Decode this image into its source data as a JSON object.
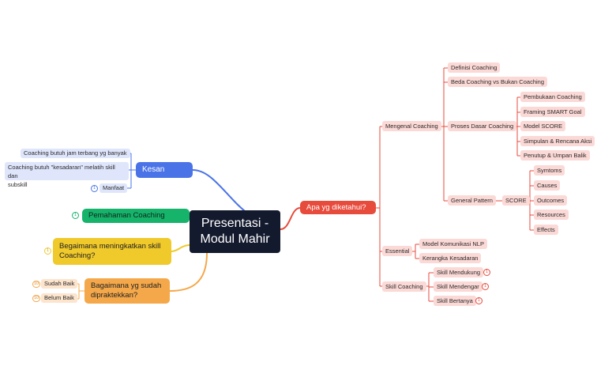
{
  "central_topic": "Presentasi -\nModul Mahir",
  "colors": {
    "red": "#e74b3c",
    "blue": "#4a73e8",
    "green": "#16b36b",
    "yellow": "#f0c92a",
    "orange": "#f4a84a",
    "center": "#141a2e"
  },
  "right": {
    "main": "Apa yg diketahui?",
    "mengenal": {
      "label": "Mengenal Coaching",
      "definisi": "Definisi Coaching",
      "beda": "Beda Coaching vs Bukan Coaching",
      "proses": {
        "label": "Proses Dasar Coaching",
        "items": [
          "Pembukaan Coaching",
          "Framing SMART Goal",
          "Model SCORE",
          "Simpulan & Rencana Aksi",
          "Penutup & Umpan Balik"
        ]
      },
      "general": {
        "label": "General Pattern",
        "score": "SCORE",
        "items": [
          "Symtoms",
          "Causes",
          "Outcomes",
          "Resources",
          "Effects"
        ]
      }
    },
    "essential": {
      "label": "Essential",
      "items": [
        "Model Komunikasi NLP",
        "Kerangka Kesadaran"
      ]
    },
    "skill": {
      "label": "Skill Coaching",
      "items": [
        "Skill Mendukung",
        "Skill Mendengar",
        "Skill Bertanya"
      ],
      "badges": [
        "1",
        "1",
        "1"
      ]
    }
  },
  "left": {
    "kesan": {
      "label": "Kesan",
      "items": [
        "Coaching butuh jam terbang yg banyak",
        "Coaching butuh \"kesadaran\" melatih skill dan\nsubskill",
        "Manfaat"
      ],
      "manfaat_badge": "1"
    },
    "pemahaman": {
      "label": "Pemahaman Coaching",
      "badge": "1"
    },
    "begaimana": {
      "label": "Begaimana meningkatkan skill\nCoaching?",
      "badge": "1"
    },
    "bagaimana": {
      "label": "Bagaimana yg sudah\ndipraktekkan?",
      "items": [
        "Sudah Baik",
        "Belum Baik"
      ],
      "badges": [
        "10",
        "10"
      ]
    }
  }
}
